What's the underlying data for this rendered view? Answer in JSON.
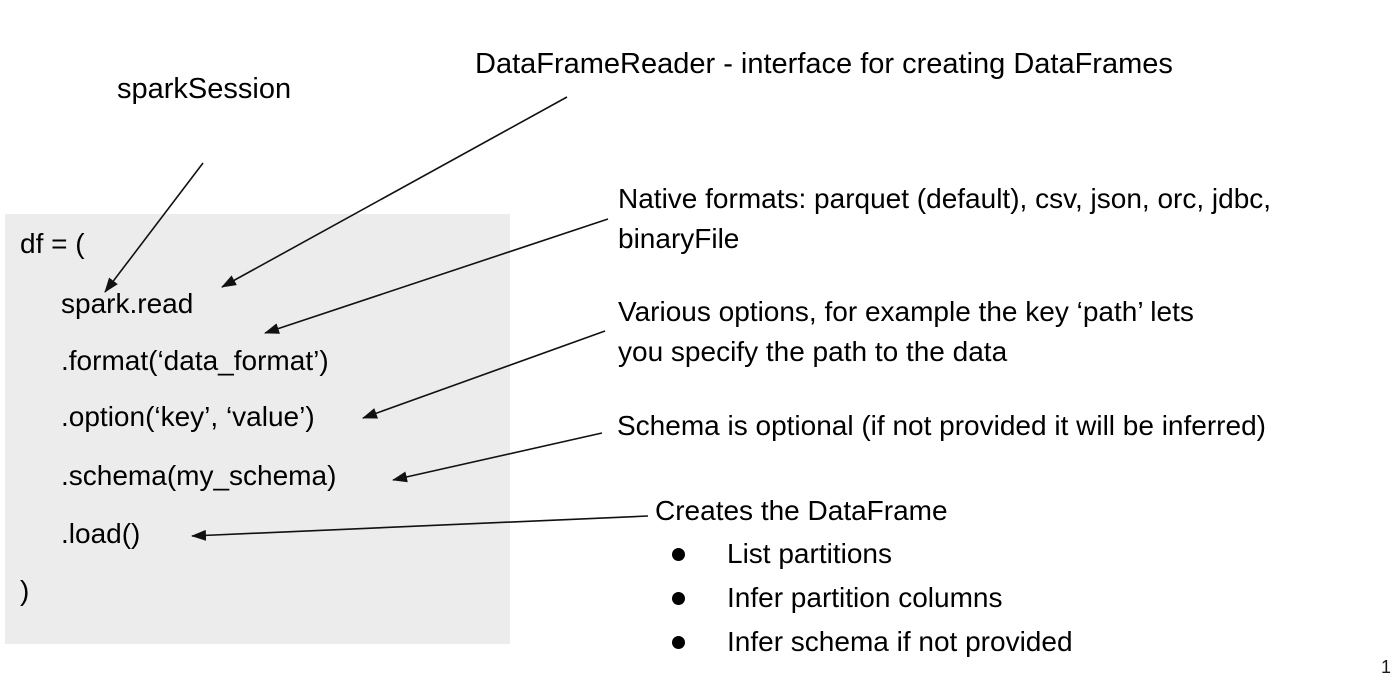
{
  "slide": {
    "spark_session_label": "sparkSession",
    "title": "DataFrameReader - interface for creating DataFrames",
    "code": {
      "lines": [
        "df = (",
        "spark.read",
        ".format(‘data_format’)",
        ".option(‘key’, ‘value’)",
        ".schema(my_schema)",
        ".load()",
        ")"
      ]
    },
    "annotations": {
      "native_formats": {
        "lines": [
          "Native formats: parquet (default), csv, json, orc, jdbc,",
          "binaryFile"
        ]
      },
      "options": {
        "lines": [
          "Various options, for example the key ‘path’ lets",
          "you specify the path to the data"
        ]
      },
      "schema": {
        "lines": [
          "Schema is optional (if not provided it will be inferred)"
        ]
      },
      "load": {
        "label": "Creates the DataFrame",
        "bullets": [
          "List partitions",
          "Infer partition columns",
          "Infer schema if not provided"
        ]
      }
    },
    "page_number": "1",
    "colors": {
      "code_background": "#ececec",
      "text": "#000000",
      "arrow": "#111111"
    }
  }
}
